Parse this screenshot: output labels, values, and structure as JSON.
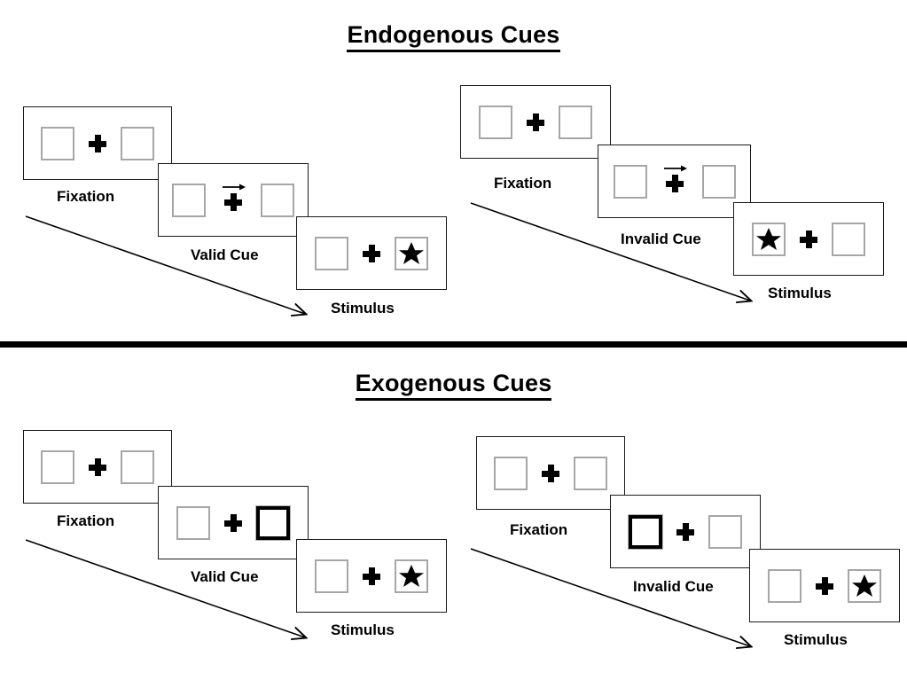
{
  "figure": {
    "sections": [
      {
        "id": "endogenous",
        "title": "Endogenous Cues",
        "trials": [
          {
            "id": "endogenous-valid",
            "steps": [
              {
                "label": "Fixation",
                "cue_type": "none",
                "left_box": "empty",
                "right_box": "empty"
              },
              {
                "label": "Valid Cue",
                "cue_type": "arrow",
                "arrow_direction": "right",
                "left_box": "empty",
                "right_box": "empty"
              },
              {
                "label": "Stimulus",
                "cue_type": "none",
                "left_box": "empty",
                "right_box": "star"
              }
            ]
          },
          {
            "id": "endogenous-invalid",
            "steps": [
              {
                "label": "Fixation",
                "cue_type": "none",
                "left_box": "empty",
                "right_box": "empty"
              },
              {
                "label": "Invalid Cue",
                "cue_type": "arrow",
                "arrow_direction": "right",
                "left_box": "empty",
                "right_box": "empty"
              },
              {
                "label": "Stimulus",
                "cue_type": "none",
                "left_box": "star",
                "right_box": "empty"
              }
            ]
          }
        ]
      },
      {
        "id": "exogenous",
        "title": "Exogenous Cues",
        "trials": [
          {
            "id": "exogenous-valid",
            "steps": [
              {
                "label": "Fixation",
                "cue_type": "none",
                "left_box": "empty",
                "right_box": "empty"
              },
              {
                "label": "Valid Cue",
                "cue_type": "highlight",
                "highlight_side": "right",
                "left_box": "empty",
                "right_box": "highlight"
              },
              {
                "label": "Stimulus",
                "cue_type": "none",
                "left_box": "empty",
                "right_box": "star"
              }
            ]
          },
          {
            "id": "exogenous-invalid",
            "steps": [
              {
                "label": "Fixation",
                "cue_type": "none",
                "left_box": "empty",
                "right_box": "empty"
              },
              {
                "label": "Invalid Cue",
                "cue_type": "highlight",
                "highlight_side": "left",
                "left_box": "highlight",
                "right_box": "empty"
              },
              {
                "label": "Stimulus",
                "cue_type": "none",
                "left_box": "empty",
                "right_box": "star"
              }
            ]
          }
        ]
      }
    ],
    "colors": {
      "background": "#ffffff",
      "frame_stroke": "#1a1a1a",
      "box_stroke": "#a6a6a6",
      "highlight_stroke": "#000000",
      "star_fill": "#000000",
      "divider": "#000000",
      "text": "#000000"
    },
    "icons": {
      "fixation_cross": "plus-icon",
      "cue_arrow": "arrow-right-icon",
      "target": "star-icon",
      "flow": "diagonal-arrow-icon"
    }
  }
}
